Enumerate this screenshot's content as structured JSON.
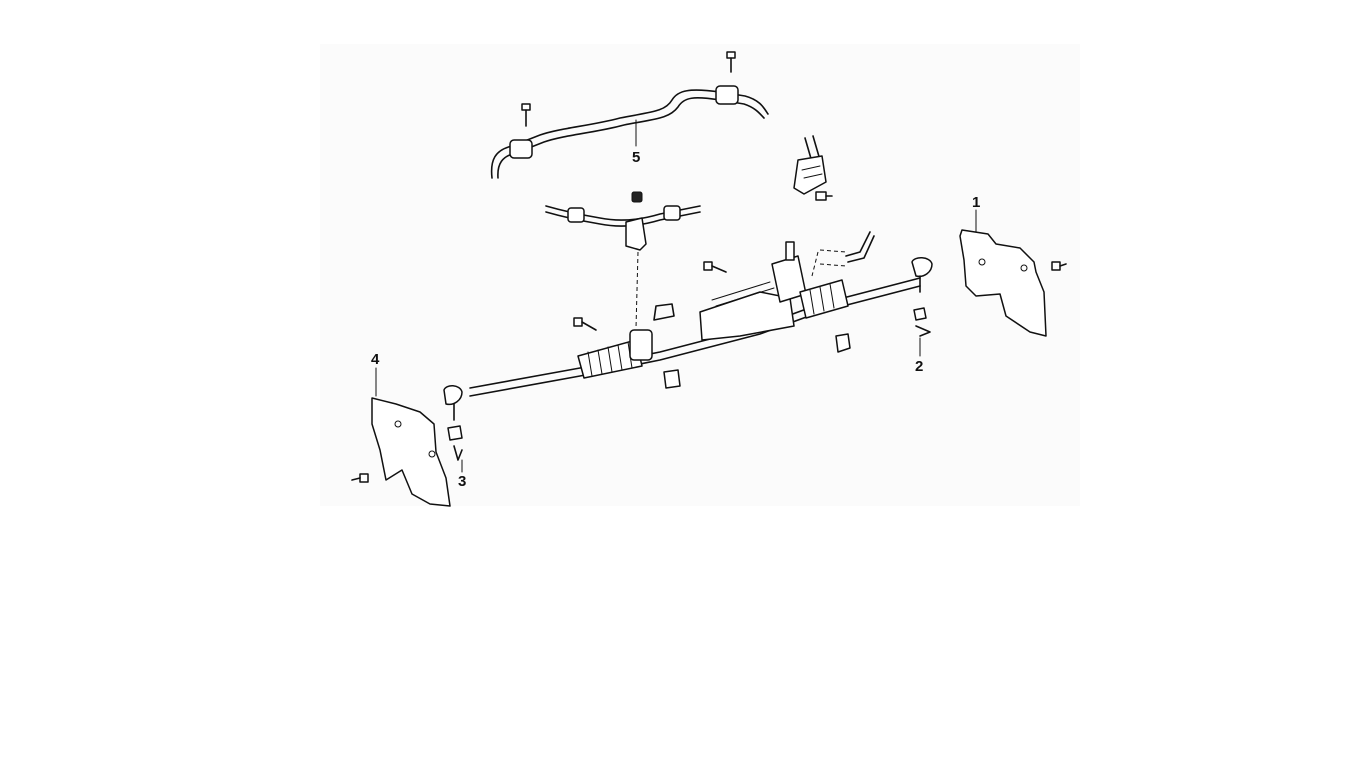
{
  "diagram": {
    "callouts": [
      {
        "id": "1",
        "label": "1"
      },
      {
        "id": "2",
        "label": "2"
      },
      {
        "id": "3",
        "label": "3"
      },
      {
        "id": "4",
        "label": "4"
      },
      {
        "id": "5",
        "label": "5"
      }
    ]
  },
  "colors": {
    "ink": "#111111",
    "panel": "#fbfbfb",
    "page": "#ffffff"
  }
}
